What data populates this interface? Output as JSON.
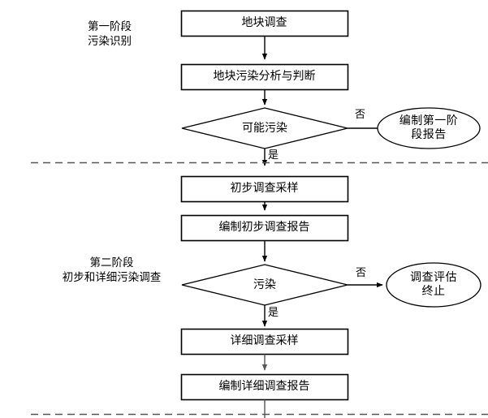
{
  "diagram": {
    "title_present": false,
    "colors": {
      "stroke": "#000000",
      "text": "#000000",
      "background": "#ffffff",
      "divider": "#555555",
      "connector": "#555555"
    },
    "stages": [
      {
        "id": "stage-1",
        "label": "第一阶段\n污染识别"
      },
      {
        "id": "stage-2",
        "label": "第二阶段\n初步和详细污染调查"
      }
    ],
    "nodes": [
      {
        "id": "n1",
        "shape": "rect",
        "text": "地块调查"
      },
      {
        "id": "n2",
        "shape": "rect",
        "text": "地块污染分析与判断"
      },
      {
        "id": "n3",
        "shape": "diamond",
        "text": "可能污染"
      },
      {
        "id": "n4",
        "shape": "ellipse",
        "text": "编制第一阶\n段报告"
      },
      {
        "id": "n5",
        "shape": "rect",
        "text": "初步调查采样"
      },
      {
        "id": "n6",
        "shape": "rect",
        "text": "编制初步调查报告"
      },
      {
        "id": "n7",
        "shape": "diamond",
        "text": "污染"
      },
      {
        "id": "n8",
        "shape": "ellipse",
        "text": "调查评估\n终止"
      },
      {
        "id": "n9",
        "shape": "rect",
        "text": "详细调查采样"
      },
      {
        "id": "n10",
        "shape": "rect",
        "text": "编制详细调查报告"
      }
    ],
    "edge_labels": [
      {
        "id": "e1-no",
        "text": "否"
      },
      {
        "id": "e1-yes",
        "text": "是"
      },
      {
        "id": "e2-no",
        "text": "否"
      },
      {
        "id": "e2-yes",
        "text": "是"
      }
    ]
  }
}
